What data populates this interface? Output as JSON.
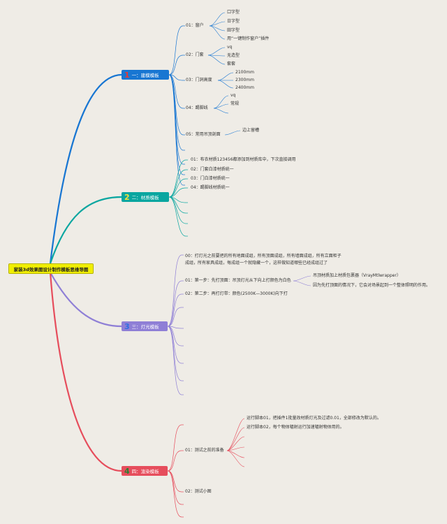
{
  "root": "家装3d效果图设计制作模板思维导图",
  "colors": {
    "b1": "#1876d2",
    "b2": "#0aa6a0",
    "b3": "#8f7fd6",
    "b4": "#e64d5c",
    "badge1": "#e53935",
    "badge2": "#f6e13a",
    "badge3": "#2f6fe0",
    "badge4": "#2e7d32"
  },
  "b1": {
    "badge": "1",
    "label": "一：建模模板",
    "i01": "01：窗户",
    "i01a": "口字型",
    "i01b": "日字型",
    "i01c": "田字型",
    "i01d": "用“一键制作窗户”插件",
    "i02": "02：门套",
    "i02a": "vq",
    "i02b": "无造型",
    "i02c": "套套",
    "i03": "03：门洞高度",
    "i03a": "2100mm",
    "i03b": "2300mm",
    "i03c": "2400mm",
    "i04": "04：踢脚线",
    "i04a": "vq",
    "i04b": "常规",
    "i04c": "",
    "i05": "05：常用吊顶剖面",
    "i05a": "边上留槽"
  },
  "b2": {
    "badge": "2",
    "label": "二：材质模板",
    "i01": "01：布衣材质123456都添加到材质库中，下次直接调用",
    "i02": "02：门套白漆材质统一",
    "i03": "03：门白漆材质统一",
    "i04": "04：踢脚线材质统一"
  },
  "b3": {
    "badge": "3",
    "label": "三：灯光模板",
    "i00": "00：打灯光之前要把的所有地面成组，所有顶面成组，所有墙面成组，所有立面柜子成组，所有家具成组，每成组一个就隐藏一个，这样做知道哪些已经成组过了",
    "i01": "01：第一步：先打顶面：吊顶灯光从下向上打颜色为白色",
    "i01a": "吊顶材质加上材质包裹器（VrayMtlwrapper）",
    "i01b": "因为先打顶面的情况下，它会对场景起到一个整体照明的作用。",
    "i02": "02：第二步：再打灯带：颜色(2500K—3000K)向下打"
  },
  "b4": {
    "badge": "4",
    "label": "四：渲染模板",
    "i01": "01：测试之前的准备",
    "i01a": "运行脚本01，把插件1批量改材质灯光及过滤0.01，全部修改为默认的。",
    "i01b": "运行脚本02，每个物体辐射运行加速辐射物体用的。",
    "i02": "02：测试小图"
  }
}
